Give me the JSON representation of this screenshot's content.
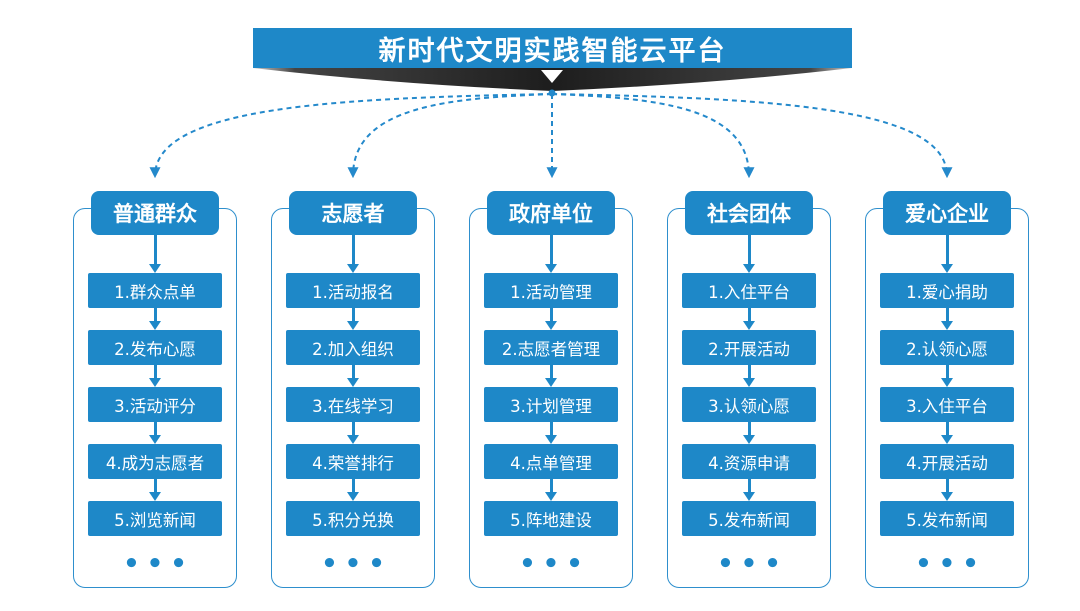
{
  "title": "新时代文明实践智能云平台",
  "ellipsis": "•••",
  "colors": {
    "primary_blue": "#1e88c8",
    "frame_border_blue": "#2e8fcd",
    "dashed_line_blue": "#2489cb",
    "ribbon_dark": "#222222",
    "text_on_blue": "#ffffff",
    "background": "#ffffff"
  },
  "columns": [
    {
      "header": "普通群众",
      "items": [
        "1.群众点单",
        "2.发布心愿",
        "3.活动评分",
        "4.成为志愿者",
        "5.浏览新闻"
      ]
    },
    {
      "header": "志愿者",
      "items": [
        "1.活动报名",
        "2.加入组织",
        "3.在线学习",
        "4.荣誉排行",
        "5.积分兑换"
      ]
    },
    {
      "header": "政府单位",
      "items": [
        "1.活动管理",
        "2.志愿者管理",
        "3.计划管理",
        "4.点单管理",
        "5.阵地建设"
      ]
    },
    {
      "header": "社会团体",
      "items": [
        "1.入住平台",
        "2.开展活动",
        "3.认领心愿",
        "4.资源申请",
        "5.发布新闻"
      ]
    },
    {
      "header": "爱心企业",
      "items": [
        "1.爱心捐助",
        "2.认领心愿",
        "3.入住平台",
        "4.开展活动",
        "5.发布新闻"
      ]
    }
  ]
}
